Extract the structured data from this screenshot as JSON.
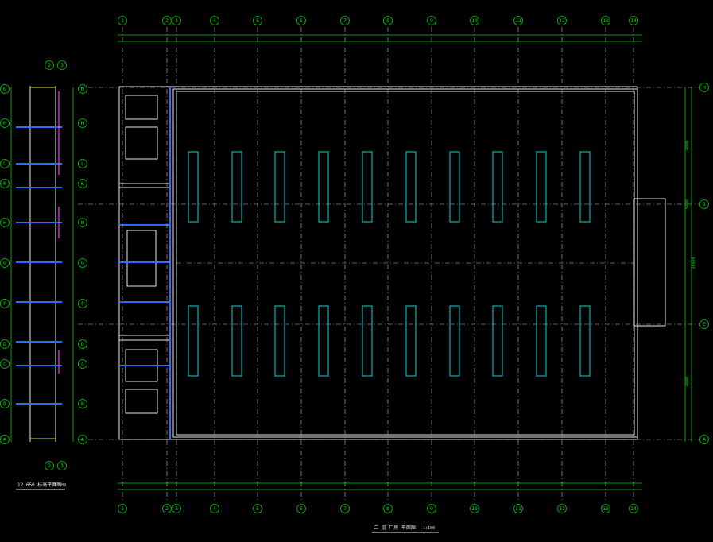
{
  "drawing": {
    "colors": {
      "background": "#000000",
      "axis": "#00cc00",
      "wall": "#e6e6e6",
      "column": "#00d8d8",
      "beam": "#2a6cff",
      "mark": "#ff33ff"
    },
    "top_axes": [
      "1",
      "2",
      "3",
      "4",
      "5",
      "6",
      "7",
      "8",
      "9",
      "10",
      "11",
      "12",
      "13",
      "14"
    ],
    "bottom_axes": [
      "1",
      "2",
      "3",
      "4",
      "5",
      "6",
      "7",
      "8",
      "9",
      "10",
      "11",
      "12",
      "13",
      "14"
    ],
    "right_axes": [
      "H",
      "J",
      "E",
      "A"
    ],
    "mid_axes": [
      "N",
      "M",
      "L",
      "K",
      "H",
      "G",
      "F",
      "D",
      "C",
      "B",
      "A"
    ],
    "side_axes": [
      "N",
      "M",
      "L",
      "K",
      "H",
      "G",
      "F",
      "D",
      "C",
      "B",
      "A"
    ],
    "side_top_axes": [
      "2",
      "3"
    ],
    "side_bottom_axes": [
      "2",
      "3"
    ],
    "right_dim_total": "20400",
    "right_dim_parts": [
      "4800",
      "5400",
      "5400",
      "4800"
    ],
    "side_plan_title": "12.650 标高平面图",
    "side_plan_scale": "1:100",
    "main_plan_title": "二 层 厂房 平面图",
    "main_plan_scale": "1:100"
  }
}
